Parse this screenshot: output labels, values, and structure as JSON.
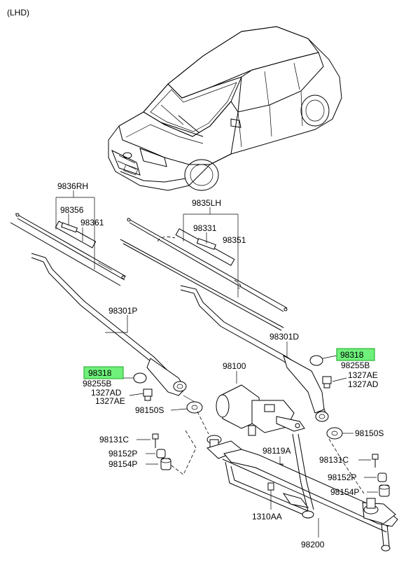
{
  "header": {
    "variant": "(LHD)"
  },
  "highlight_color": "#6ef07a",
  "labels": {
    "rh_assy": "9836RH",
    "rh_refill": "98356",
    "rh_blade": "98361",
    "lh_assy": "9835LH",
    "lh_refill": "98331",
    "lh_blade": "98351",
    "arm_p": "98301P",
    "arm_d": "98301D",
    "motor": "98100",
    "cap_left": "98318",
    "nut_left": "98255B",
    "cap_right": "98318",
    "nut_right": "98255B",
    "nut_ad_left": "1327AD",
    "nut_ae_left": "1327AE",
    "nut_ae_right": "1327AE",
    "nut_ad_right": "1327AD",
    "pivot_cap_left": "98150S",
    "pivot_cap_right": "98150S",
    "bolt_left": "98131C",
    "bushing_left": "98152P",
    "washer_left": "98154P",
    "bolt_right": "98131C",
    "bushing_right": "98152P",
    "washer_right": "98154P",
    "motor_bolt": "98119A",
    "bolt_1310": "1310AA",
    "linkage": "98200"
  }
}
